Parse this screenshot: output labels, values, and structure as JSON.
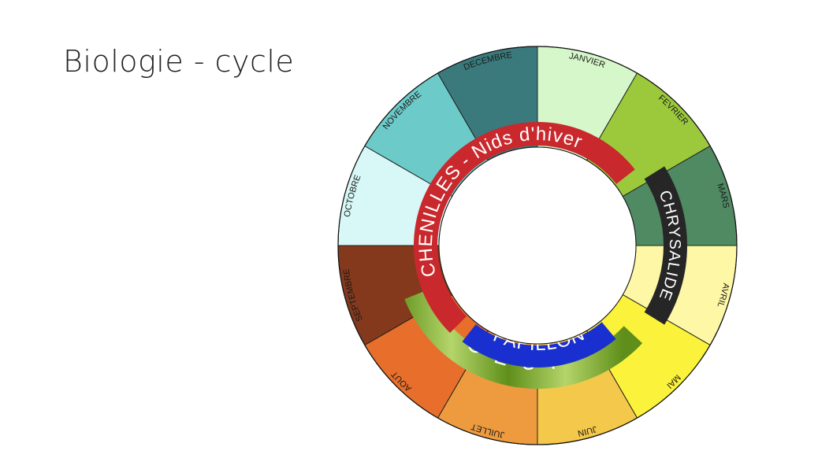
{
  "title": "Biologie - cycle",
  "months": [
    {
      "label": "JANVIER",
      "color": "#d6f7c9"
    },
    {
      "label": "FEVRIER",
      "color": "#9cc93c"
    },
    {
      "label": "MARS",
      "color": "#4f8a63"
    },
    {
      "label": "AVRIL",
      "color": "#fdf7a6"
    },
    {
      "label": "MAI",
      "color": "#fbf23b"
    },
    {
      "label": "JUIN",
      "color": "#f4c84a"
    },
    {
      "label": "JUILLET",
      "color": "#ee9b3f"
    },
    {
      "label": "AOUT",
      "color": "#e86f2b"
    },
    {
      "label": "SEPTEMBRE",
      "color": "#84391c"
    },
    {
      "label": "OCTOBRE",
      "color": "#d7f8f7"
    },
    {
      "label": "NOVEMBRE",
      "color": "#6ccbc9"
    },
    {
      "label": "DECEMBRE",
      "color": "#3a7a7c"
    }
  ],
  "phases": {
    "chenilles": {
      "label": "CHENILLES - Nids d'hiver",
      "color": "#c9282d"
    },
    "chrysalide": {
      "label": "CHRYSALIDE",
      "color": "#262626"
    },
    "papillon": {
      "label": "PAPILLON",
      "color": "#1a2fd0"
    },
    "oeuf": {
      "label": "O E U F",
      "color": "#7fae2c"
    }
  }
}
